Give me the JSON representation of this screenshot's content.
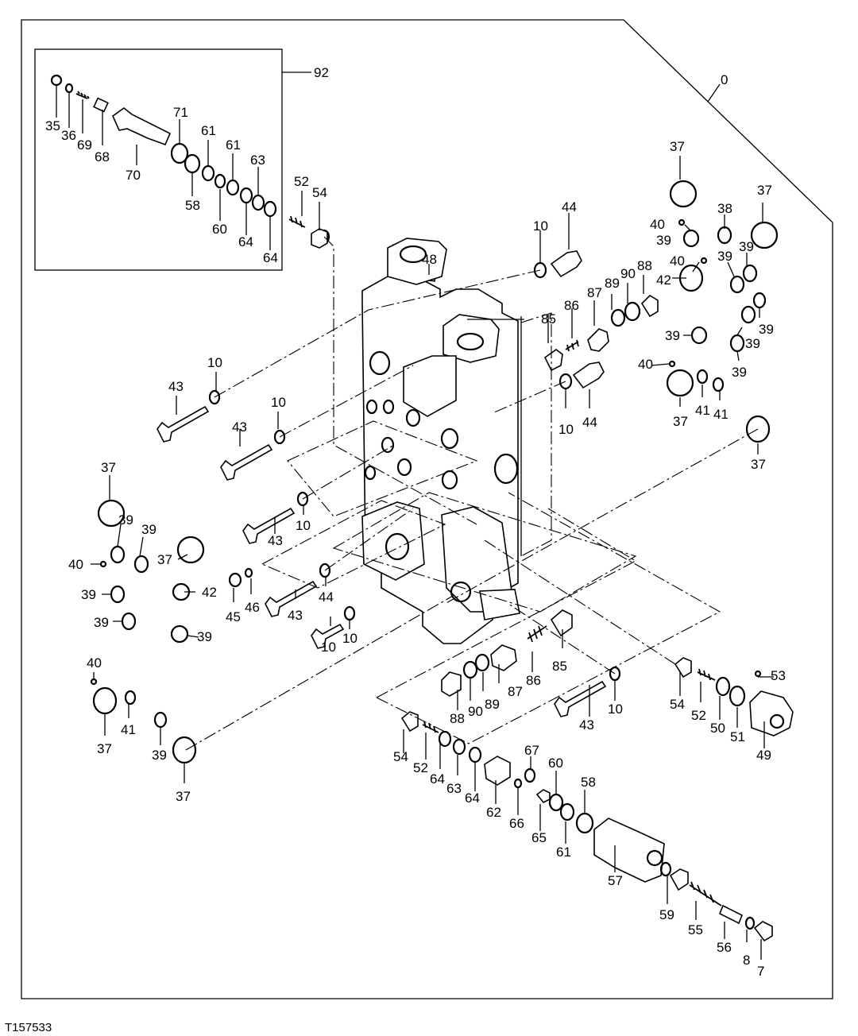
{
  "figure_id": "T157533",
  "assembly_label": "0",
  "inset_label": "92",
  "callouts": [
    {
      "id": "c0",
      "text": "0"
    },
    {
      "id": "c92",
      "text": "92"
    },
    {
      "id": "i35",
      "text": "35"
    },
    {
      "id": "i36",
      "text": "36"
    },
    {
      "id": "i69",
      "text": "69"
    },
    {
      "id": "i68",
      "text": "68"
    },
    {
      "id": "i70",
      "text": "70"
    },
    {
      "id": "i71",
      "text": "71"
    },
    {
      "id": "i58",
      "text": "58"
    },
    {
      "id": "i61a",
      "text": "61"
    },
    {
      "id": "i61b",
      "text": "61"
    },
    {
      "id": "i60",
      "text": "60"
    },
    {
      "id": "i63",
      "text": "63"
    },
    {
      "id": "i64a",
      "text": "64"
    },
    {
      "id": "i64b",
      "text": "64"
    },
    {
      "id": "m52t",
      "text": "52"
    },
    {
      "id": "m54t",
      "text": "54"
    },
    {
      "id": "m48",
      "text": "48"
    },
    {
      "id": "m10a",
      "text": "10"
    },
    {
      "id": "m44a",
      "text": "44"
    },
    {
      "id": "m85a",
      "text": "85"
    },
    {
      "id": "m86a",
      "text": "86"
    },
    {
      "id": "m87a",
      "text": "87"
    },
    {
      "id": "m89a",
      "text": "89"
    },
    {
      "id": "m90a",
      "text": "90"
    },
    {
      "id": "m88a",
      "text": "88"
    },
    {
      "id": "m42a",
      "text": "42"
    },
    {
      "id": "m10b",
      "text": "10"
    },
    {
      "id": "m44b",
      "text": "44"
    },
    {
      "id": "r37a",
      "text": "37"
    },
    {
      "id": "r40a",
      "text": "40"
    },
    {
      "id": "r39a",
      "text": "39"
    },
    {
      "id": "r38",
      "text": "38"
    },
    {
      "id": "r37b",
      "text": "37"
    },
    {
      "id": "r40b",
      "text": "40"
    },
    {
      "id": "r39b",
      "text": "39"
    },
    {
      "id": "r39c",
      "text": "39"
    },
    {
      "id": "r39d",
      "text": "39"
    },
    {
      "id": "r39e",
      "text": "39"
    },
    {
      "id": "r39f",
      "text": "39"
    },
    {
      "id": "r39g",
      "text": "39"
    },
    {
      "id": "r40c",
      "text": "40"
    },
    {
      "id": "r37c",
      "text": "37"
    },
    {
      "id": "r41a",
      "text": "41"
    },
    {
      "id": "r41b",
      "text": "41"
    },
    {
      "id": "r37d",
      "text": "37"
    },
    {
      "id": "l43a",
      "text": "43"
    },
    {
      "id": "l10a",
      "text": "10"
    },
    {
      "id": "l43b",
      "text": "43"
    },
    {
      "id": "l10b",
      "text": "10"
    },
    {
      "id": "l43c",
      "text": "43"
    },
    {
      "id": "l10c",
      "text": "10"
    },
    {
      "id": "l43d",
      "text": "43"
    },
    {
      "id": "l10d",
      "text": "10"
    },
    {
      "id": "l44",
      "text": "44"
    },
    {
      "id": "l10e",
      "text": "10"
    },
    {
      "id": "l45",
      "text": "45"
    },
    {
      "id": "l46",
      "text": "46"
    },
    {
      "id": "w37a",
      "text": "37"
    },
    {
      "id": "w39a",
      "text": "39"
    },
    {
      "id": "w39b",
      "text": "39"
    },
    {
      "id": "w40a",
      "text": "40"
    },
    {
      "id": "w37b",
      "text": "37"
    },
    {
      "id": "w42",
      "text": "42"
    },
    {
      "id": "w39c",
      "text": "39"
    },
    {
      "id": "w39d",
      "text": "39"
    },
    {
      "id": "w39e",
      "text": "39"
    },
    {
      "id": "w40b",
      "text": "40"
    },
    {
      "id": "w41",
      "text": "41"
    },
    {
      "id": "w37c",
      "text": "37"
    },
    {
      "id": "w39f",
      "text": "39"
    },
    {
      "id": "w37d",
      "text": "37"
    },
    {
      "id": "b85",
      "text": "85"
    },
    {
      "id": "b86",
      "text": "86"
    },
    {
      "id": "b87",
      "text": "87"
    },
    {
      "id": "b89",
      "text": "89"
    },
    {
      "id": "b90",
      "text": "90"
    },
    {
      "id": "b88",
      "text": "88"
    },
    {
      "id": "b43",
      "text": "43"
    },
    {
      "id": "b10",
      "text": "10"
    },
    {
      "id": "b54a",
      "text": "54"
    },
    {
      "id": "b52a",
      "text": "52"
    },
    {
      "id": "b50",
      "text": "50"
    },
    {
      "id": "b51",
      "text": "51"
    },
    {
      "id": "b53",
      "text": "53"
    },
    {
      "id": "b49",
      "text": "49"
    },
    {
      "id": "b54b",
      "text": "54"
    },
    {
      "id": "b52b",
      "text": "52"
    },
    {
      "id": "b64a",
      "text": "64"
    },
    {
      "id": "b63",
      "text": "63"
    },
    {
      "id": "b64b",
      "text": "64"
    },
    {
      "id": "b62",
      "text": "62"
    },
    {
      "id": "b67",
      "text": "67"
    },
    {
      "id": "b66",
      "text": "66"
    },
    {
      "id": "b60",
      "text": "60"
    },
    {
      "id": "b65",
      "text": "65"
    },
    {
      "id": "b61",
      "text": "61"
    },
    {
      "id": "b58",
      "text": "58"
    },
    {
      "id": "b57",
      "text": "57"
    },
    {
      "id": "b59",
      "text": "59"
    },
    {
      "id": "b55",
      "text": "55"
    },
    {
      "id": "b56",
      "text": "56"
    },
    {
      "id": "b8",
      "text": "8"
    },
    {
      "id": "b7",
      "text": "7"
    }
  ]
}
